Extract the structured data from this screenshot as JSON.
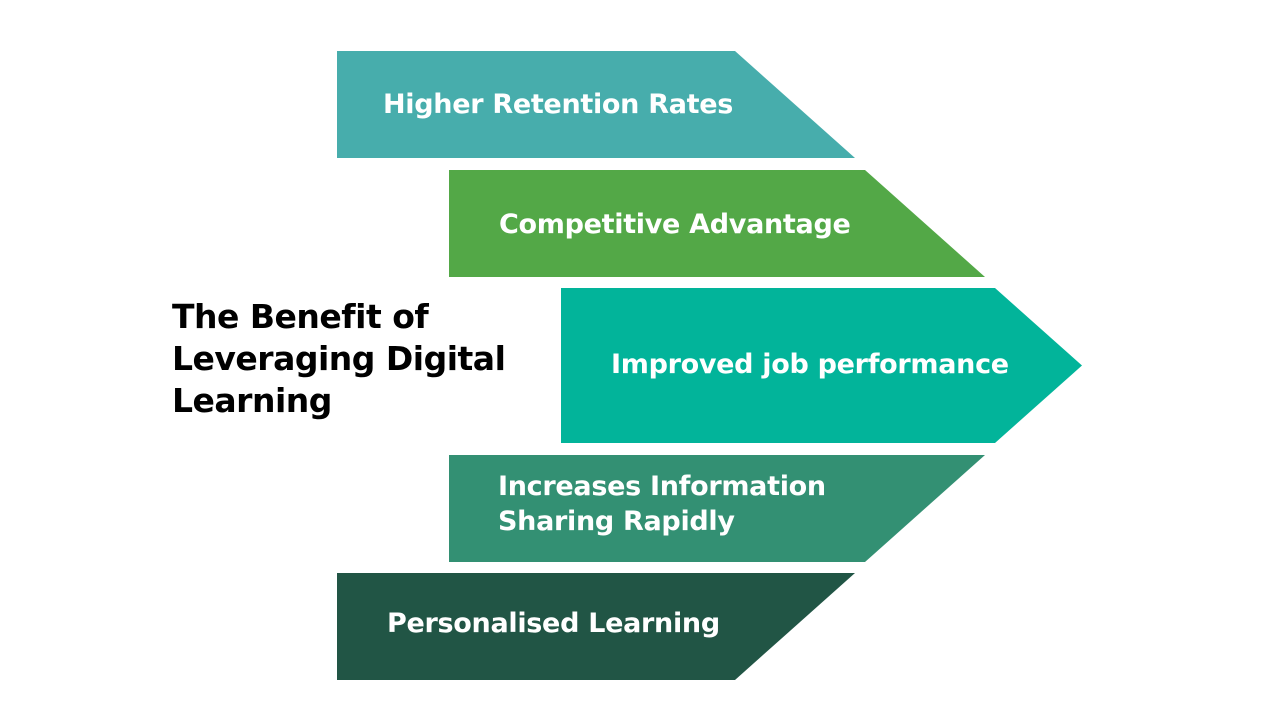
{
  "title": {
    "line1": "The Benefit of",
    "line2": "Leveraging Digital",
    "line3": "Learning"
  },
  "benefits": [
    {
      "label": "Higher Retention Rates",
      "color": "#47ADAC"
    },
    {
      "label": "Competitive Advantage",
      "color": "#53A847"
    },
    {
      "label": "Improved job performance",
      "color": "#02B49A"
    },
    {
      "label_line1": "Increases Information",
      "label_line2": "Sharing Rapidly",
      "color": "#339073"
    },
    {
      "label": "Personalised Learning",
      "color": "#215545"
    }
  ]
}
